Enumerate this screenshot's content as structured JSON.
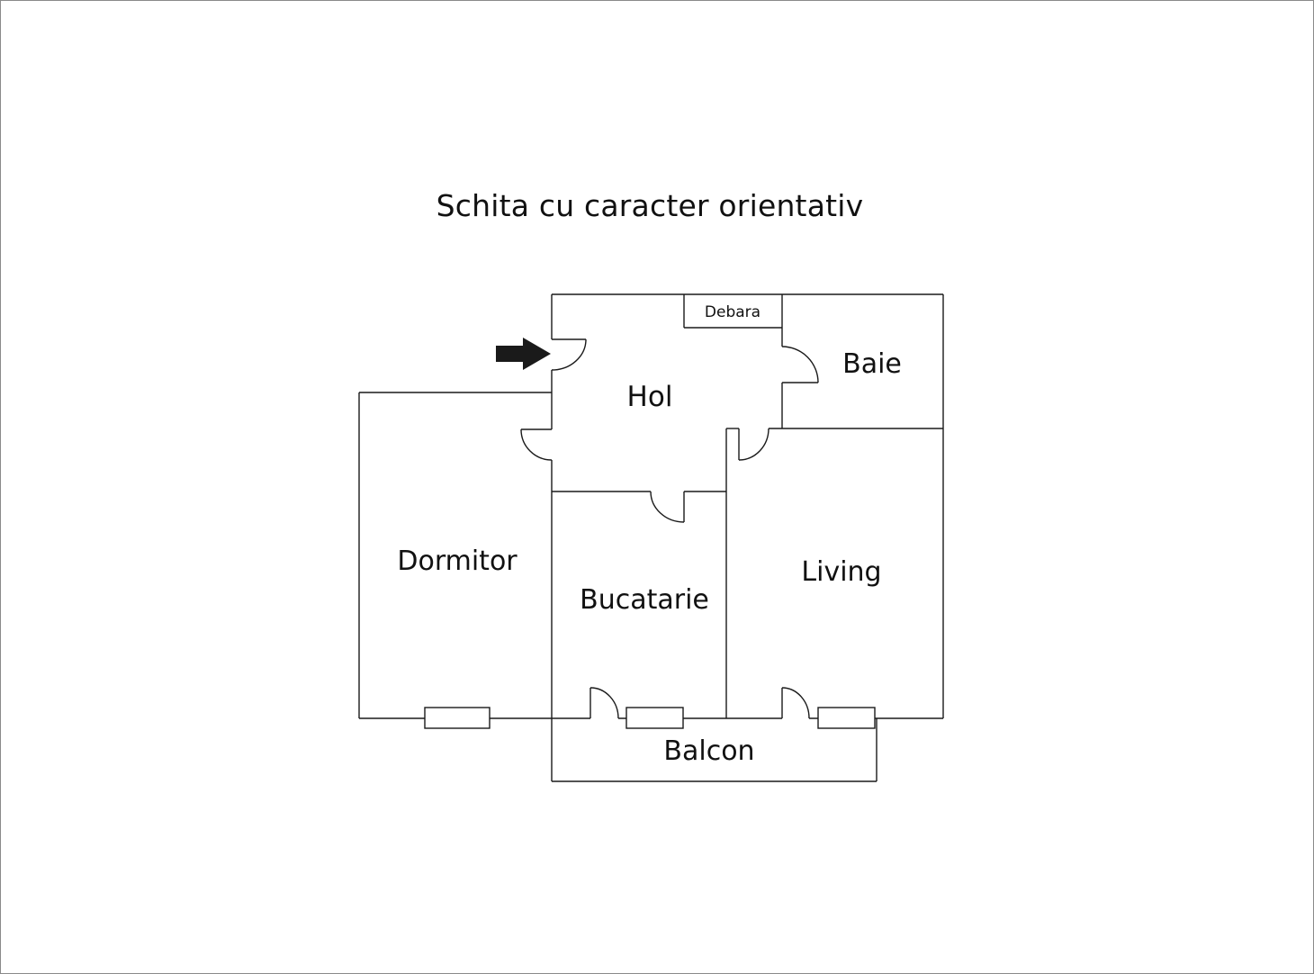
{
  "title": "Schita cu caracter orientativ",
  "rooms": {
    "debara": "Debara",
    "baie": "Baie",
    "hol": "Hol",
    "dormitor": "Dormitor",
    "bucatarie": "Bucatarie",
    "living": "Living",
    "balcon": "Balcon"
  },
  "icons": {
    "entrance_arrow": "arrow-right-icon"
  }
}
